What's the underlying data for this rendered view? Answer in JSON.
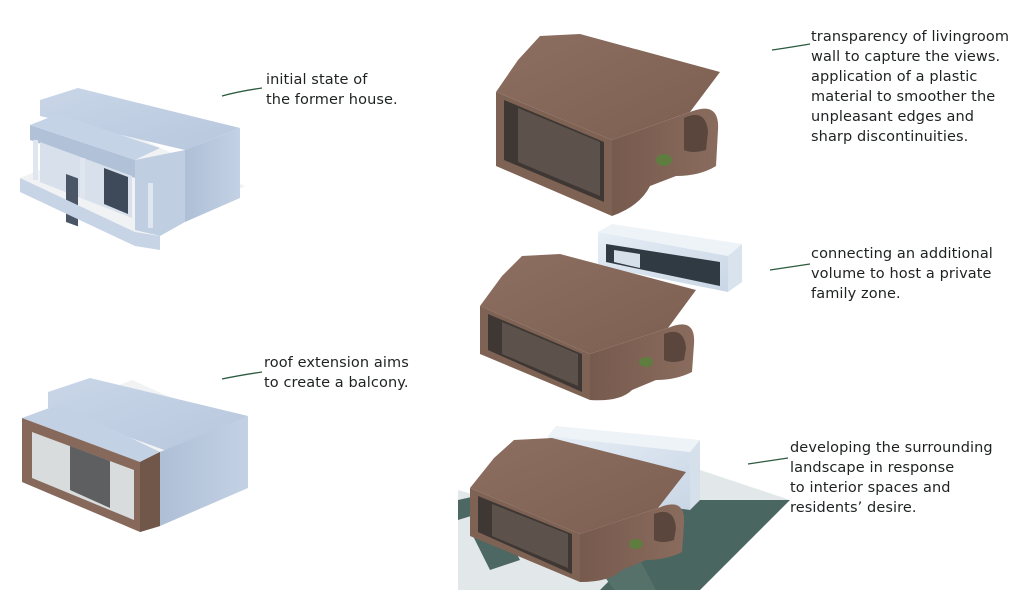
{
  "captions": {
    "initial_state": [
      "initial state of",
      "the former house."
    ],
    "roof_extension": [
      "roof extension aims",
      "to create a balcony."
    ],
    "transparency": [
      "transparency of livingroom",
      "wall  to capture the views.",
      "application of a plastic",
      "material to smoother the",
      "unpleasant edges and",
      "sharp discontinuities."
    ],
    "additional_volume": [
      "connecting an additional",
      "volume to host a private",
      "family zone."
    ],
    "landscape": [
      "developing the surrounding",
      "landscape in response",
      "to interior spaces and",
      "residents’ desire."
    ]
  },
  "colors": {
    "house_blue": "#b9c8dd",
    "shell_brown": "#85685a",
    "leader_line": "#2c5a3e",
    "text": "#1f2222"
  }
}
